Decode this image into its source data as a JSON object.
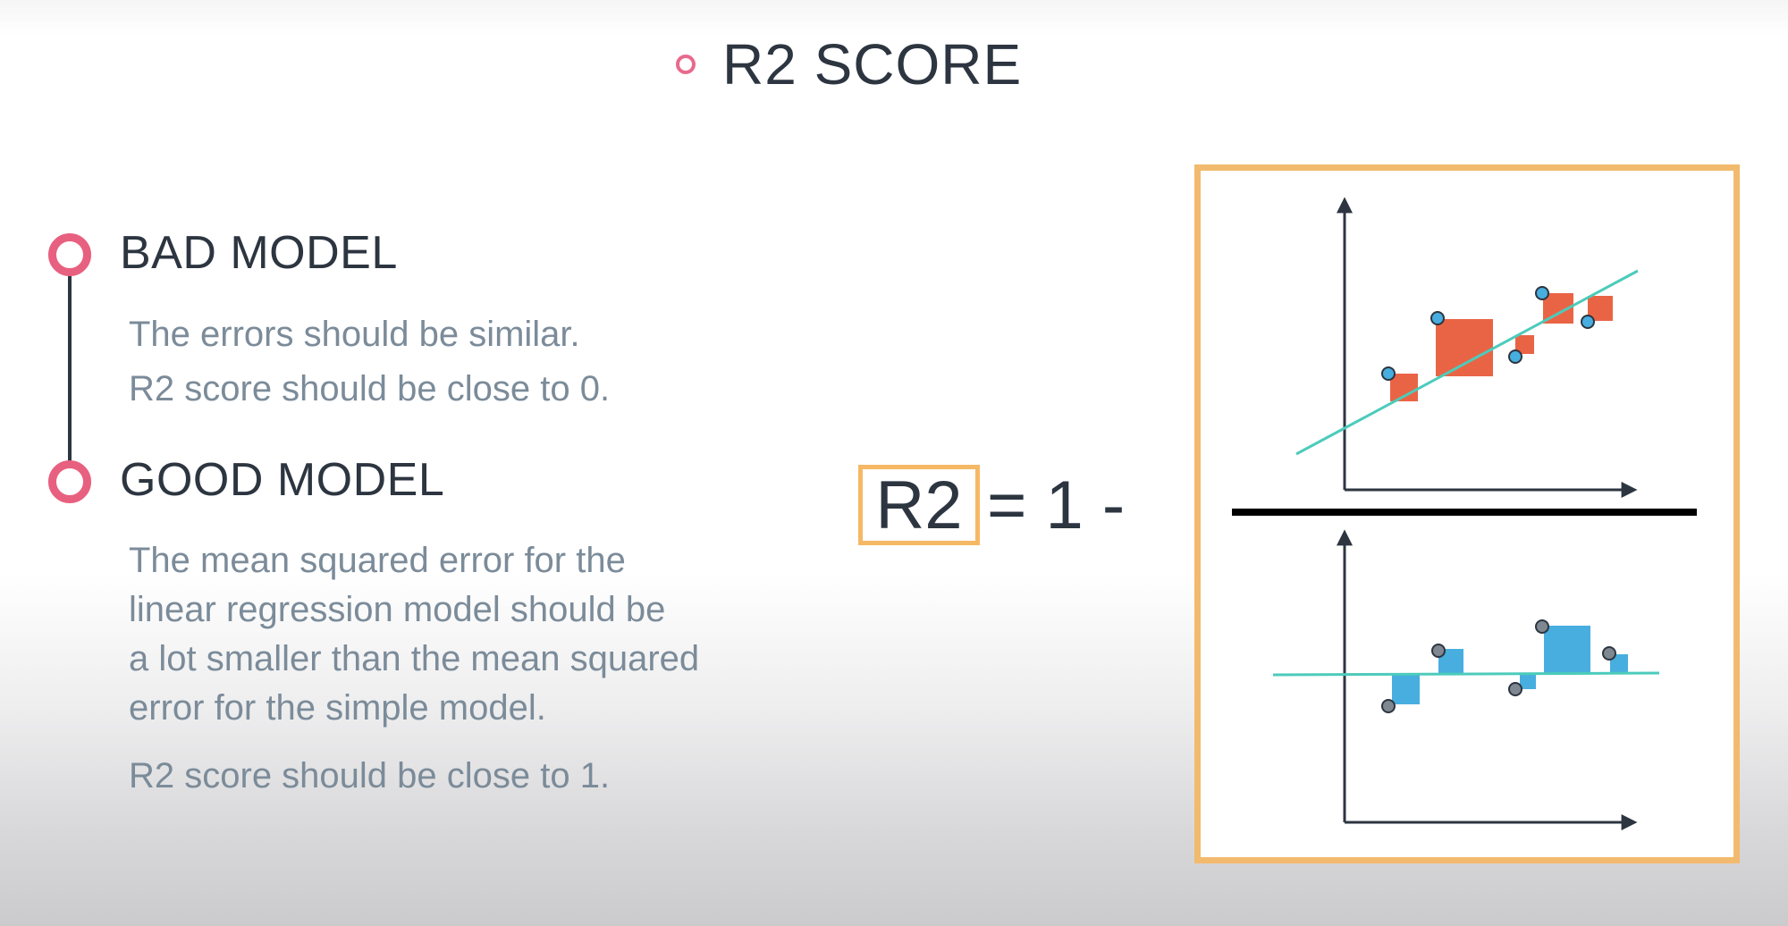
{
  "title": "R2 SCORE",
  "bad_model": {
    "heading": "BAD MODEL",
    "lines": [
      "The errors should be similar.",
      "R2 score should be close to 0."
    ]
  },
  "good_model": {
    "heading": "GOOD MODEL",
    "lines": [
      "The mean squared error for the",
      "linear regression model should be",
      "a lot smaller than the mean squared",
      "error for the simple model."
    ],
    "conclusion": "R2 score should be close to 1."
  },
  "formula": {
    "term": "R2",
    "rest": "= 1 -"
  },
  "colors": {
    "accent_pink": "#e8607f",
    "frame_orange": "#f2ba6e",
    "text_dark": "#2c3540",
    "text_gray": "#7b8b99",
    "error_red": "#e96445",
    "error_blue": "#47aedf",
    "fit_line": "#4ccbbb"
  }
}
